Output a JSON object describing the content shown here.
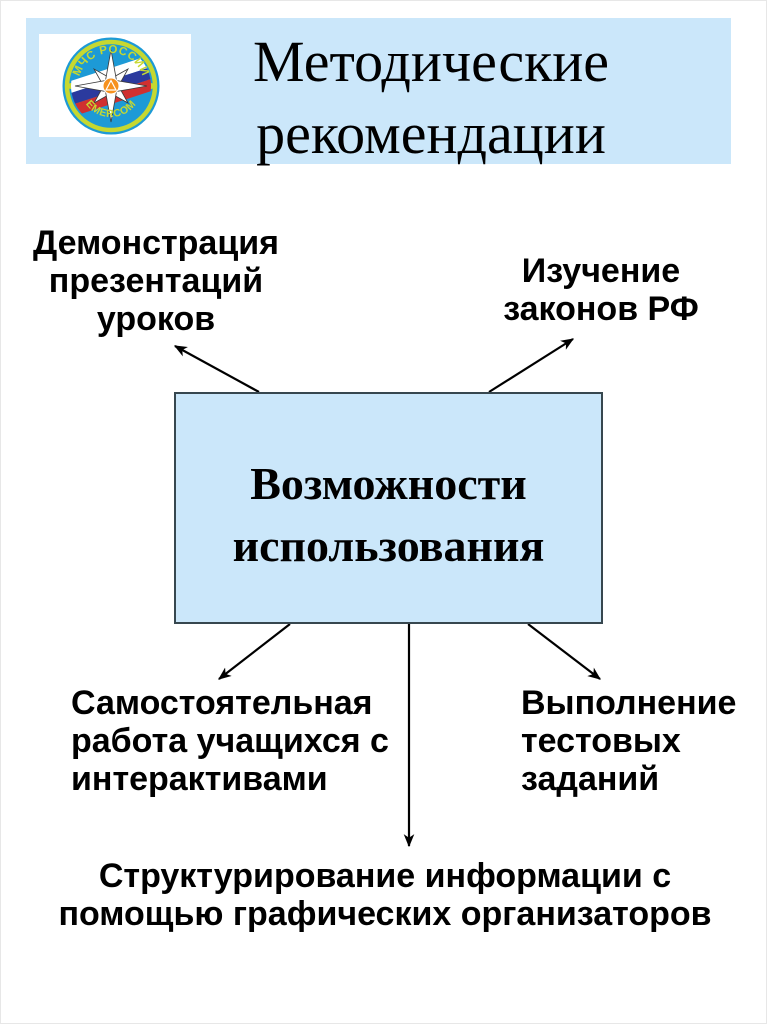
{
  "header": {
    "bg": "#cbe7fa",
    "title": "Методические\nрекомендации",
    "logo": {
      "top_text": "МЧС РОССИИ",
      "bottom_text": "EMERCOM",
      "colors": {
        "disc_blue": "#1d9ad6",
        "ring_green": "#c6d830",
        "flag_white": "#ffffff",
        "flag_blue": "#2b3a9e",
        "flag_red": "#d03030",
        "star_white": "#ffffff",
        "center_orange": "#f6911e"
      }
    }
  },
  "diagram": {
    "center": {
      "label": "Возможности\nиспользования",
      "bg": "#cbe7fa",
      "border_color": "#37474f"
    },
    "nodes": [
      {
        "id": "demonstration",
        "label": "Демонстрация\nпрезентаций\nуроков"
      },
      {
        "id": "laws",
        "label": "Изучение\nзаконов РФ"
      },
      {
        "id": "independent-work",
        "label": "Самостоятельная\nработа учащихся с\nинтерактивами"
      },
      {
        "id": "tests",
        "label": "Выполнение\nтестовых\nзаданий"
      },
      {
        "id": "structuring",
        "label": "Структурирование информации с\nпомощью графических организаторов"
      }
    ],
    "arrow_color": "#000000"
  }
}
